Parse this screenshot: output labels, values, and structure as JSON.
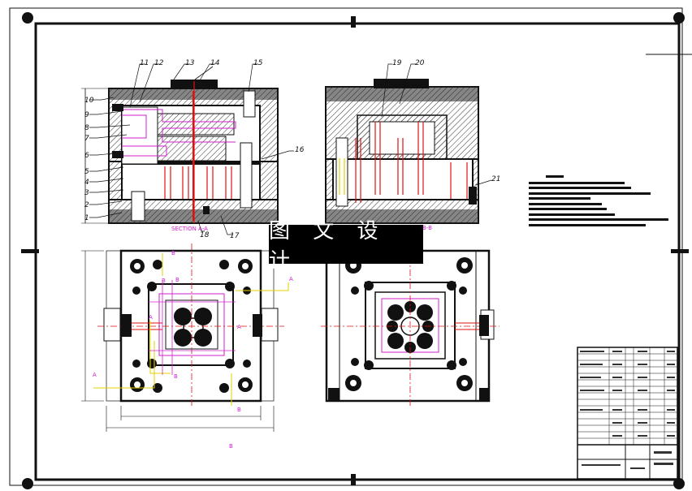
{
  "watermark_text": "图 文 设 计",
  "callouts_left": [
    "1",
    "2",
    "3",
    "4",
    "5",
    "6",
    "7",
    "8",
    "9",
    "10",
    "11",
    "12",
    "13",
    "14",
    "15",
    "16",
    "17",
    "18"
  ],
  "callouts_right": [
    "19",
    "20",
    "21"
  ],
  "section_label_left": "SECTION A-A",
  "section_label_right": "B-B",
  "marker_a": "A",
  "marker_b": "B",
  "colors": {
    "line": "#111111",
    "red": "#e01010",
    "magenta": "#d020d0",
    "yellow": "#e6d200",
    "hatch": "#333333"
  }
}
